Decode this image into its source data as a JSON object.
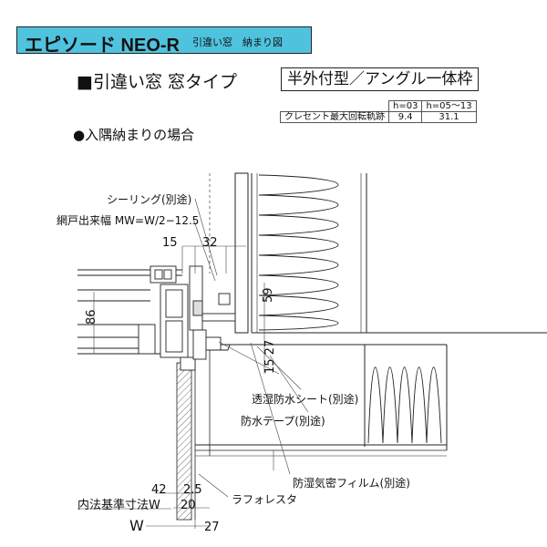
{
  "title": {
    "main": "エピソード NEO-R",
    "sub": "引違い窓　納まり図"
  },
  "heading": {
    "text": "■引違い窓 窓タイプ",
    "boxed": "半外付型／アングル一体枠"
  },
  "spec_table": {
    "headers": [
      "h=03",
      "h=05～13"
    ],
    "row_label": "クレセント最大回転軌跡",
    "values": [
      "9.4",
      "31.1"
    ]
  },
  "section_title": "●入隅納まりの場合",
  "labels": {
    "sealing": "シーリング(別途)",
    "screen_width": "網戸出来幅 MW=W/2−12.5",
    "moisture_sheet": "透湿防水シート(別途)",
    "waterproof_tape": "防水テープ(別途)",
    "vapor_film": "防湿気密フィルム(別途)",
    "lath": "ラフォレスタ",
    "inner_std": "内法基準寸法W",
    "w": "W"
  },
  "dimensions": {
    "d15_top": "15",
    "d32": "32",
    "d59": "59",
    "d86": "86",
    "d15_27": "15 27",
    "d42": "42",
    "d2_5": "2.5",
    "d20": "20",
    "d27": "27"
  },
  "colors": {
    "title_bg": "#4fc3de",
    "line": "#222222"
  }
}
